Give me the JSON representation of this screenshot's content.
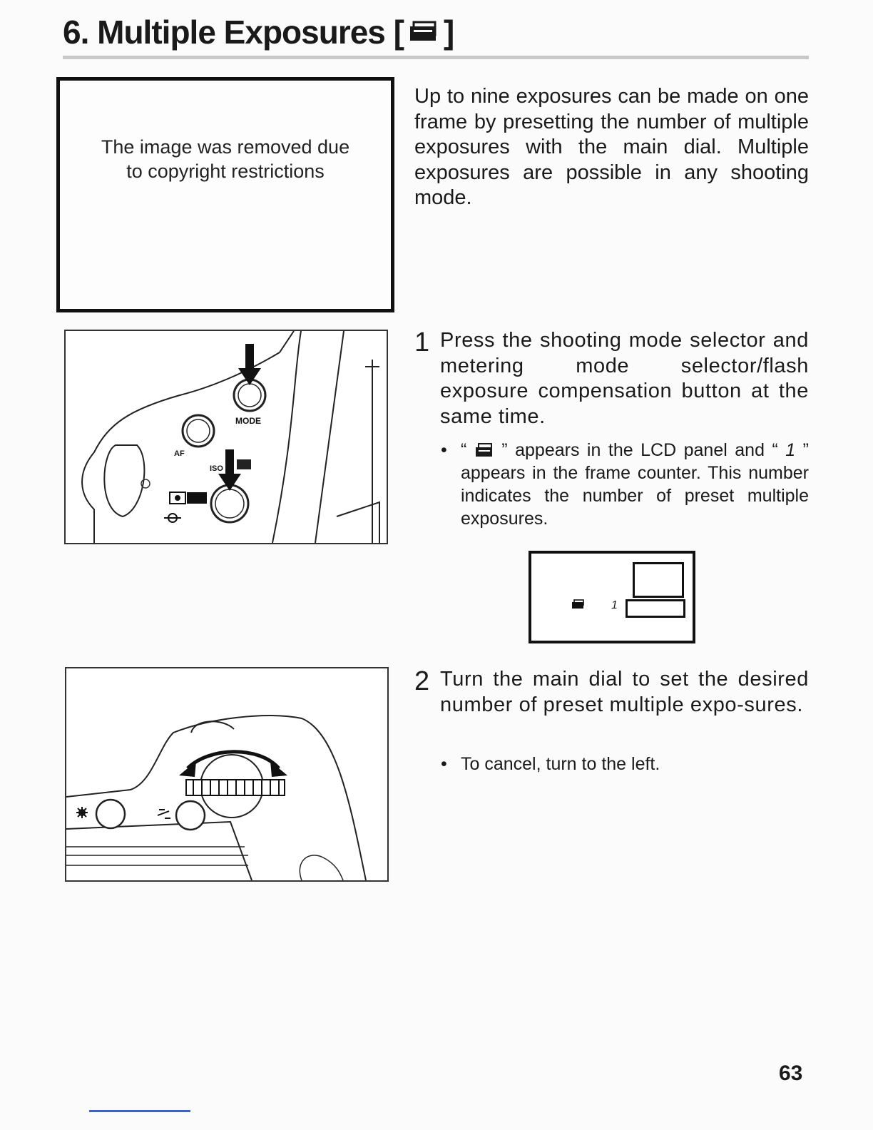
{
  "page": {
    "title_prefix": "6. Multiple Exposures [",
    "title_suffix": "]",
    "title_icon": "multiple-exposure-icon",
    "page_number": "63"
  },
  "removed_image": {
    "text": "The image was removed due to copyright restrictions"
  },
  "intro": {
    "text": "Up to nine exposures can be made on one frame by presetting the number of multiple exposures with the main dial. Multiple exposures are possible in any shooting mode."
  },
  "figure1": {
    "mode_label": "MODE",
    "af_label": "AF",
    "iso_label": "ISO"
  },
  "step1": {
    "number": "1",
    "text": "Press the shooting mode selector and metering mode selector/flash exposure compensation button at the same time.",
    "bullet_open": "“",
    "bullet_mid": "” appears in the LCD panel and “ ",
    "bullet_counter": "1",
    "bullet_close": " ” appears in the frame counter. This number indicates the number of preset multiple exposures."
  },
  "lcd": {
    "counter": "1"
  },
  "step2": {
    "number": "2",
    "text": "Turn the main dial to set the desired number of preset multiple expo-sures.",
    "bullet": "To cancel, turn to the left."
  },
  "colors": {
    "ink": "#1a1a1a",
    "rule": "#c8c8c8",
    "accent_line": "#3b64c8"
  }
}
